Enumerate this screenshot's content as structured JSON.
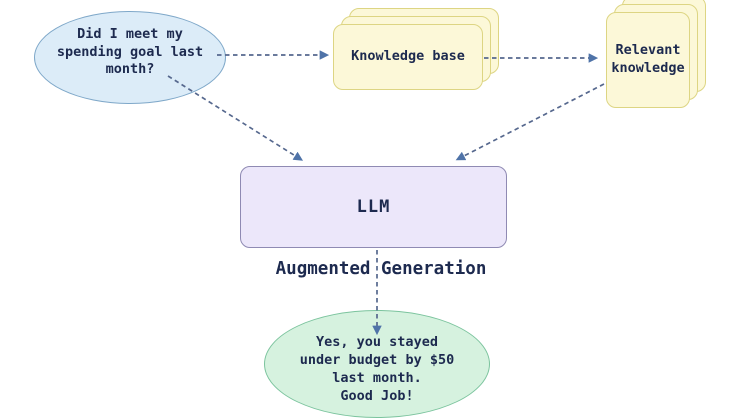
{
  "diagram": {
    "title": "RAG flow diagram",
    "nodes": {
      "question": {
        "shape": "ellipse",
        "text": "Did I meet my\nspending goal last\nmonth?",
        "fill": "#dcecf8",
        "border": "#7fa8c9"
      },
      "knowledge_base": {
        "shape": "stacked-cards",
        "text": "Knowledge base",
        "fill": "#fcf8d8",
        "border": "#ddd583"
      },
      "relevant_knowledge": {
        "shape": "stacked-cards",
        "text": "Relevant\nknowledge",
        "fill": "#fcf8d8",
        "border": "#ddd583"
      },
      "llm": {
        "shape": "rounded-rect",
        "text": "LLM",
        "fill": "#ece7fa",
        "border": "#8f8ab3"
      },
      "answer": {
        "shape": "ellipse",
        "text": "Yes, you stayed\nunder budget by $50\nlast month.\nGood Job!",
        "fill": "#d6f2df",
        "border": "#7cc49e"
      }
    },
    "labels": {
      "augmented_generation": "Augmented Generation"
    },
    "edges": [
      {
        "from": "question",
        "to": "knowledge_base",
        "style": "dashed-arrow"
      },
      {
        "from": "knowledge_base",
        "to": "relevant_knowledge",
        "style": "dashed-arrow"
      },
      {
        "from": "question",
        "to": "llm",
        "style": "dashed-arrow"
      },
      {
        "from": "relevant_knowledge",
        "to": "llm",
        "style": "dashed-arrow"
      },
      {
        "from": "llm",
        "to": "answer",
        "style": "dashed-arrow",
        "label": "Augmented Generation"
      }
    ],
    "colors": {
      "background": "#ffffff",
      "arrow": "#56688e",
      "arrowhead": "#4f73a8",
      "text": "#1d2a4f"
    }
  }
}
